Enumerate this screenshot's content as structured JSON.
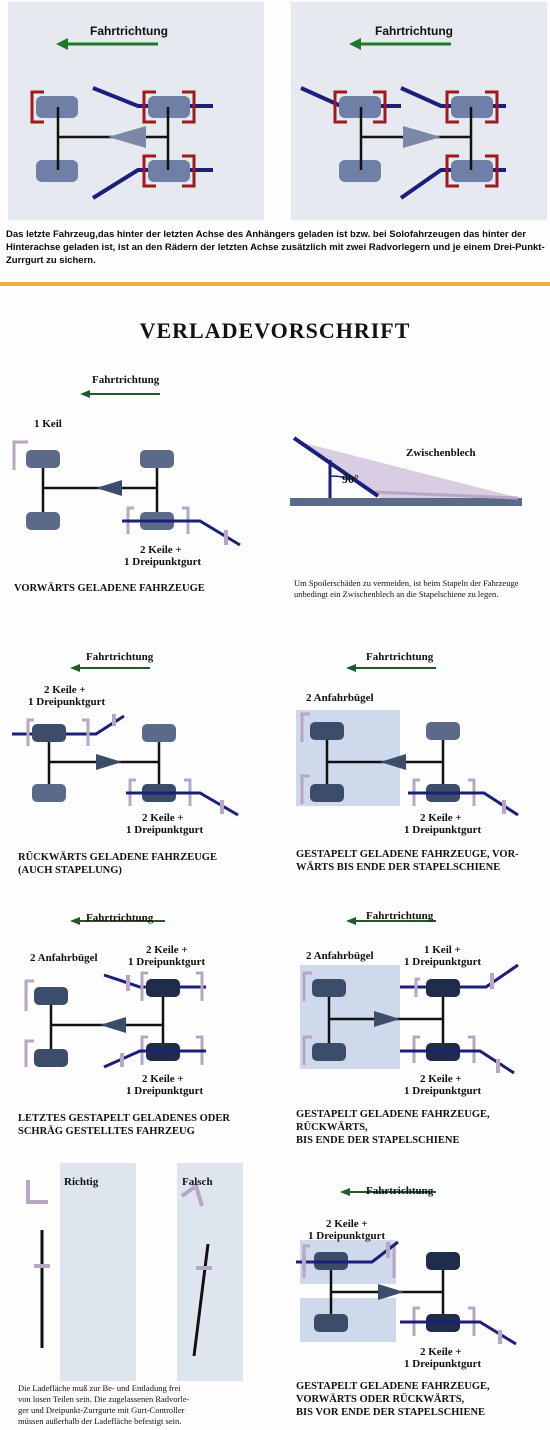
{
  "top": {
    "direction_label": "Fahrtrichtung",
    "note": "Das letzte Fahrzeug,das hinter der letzten Achse des Anhängers geladen ist bzw. bei Solofahrzeugen das hinter der Hinterachse geladen ist, ist an den Rädern der letzten Achse zusätzlich mit zwei Radvorlegern und je einem Drei-Punkt-Zurrgurt zu sichern."
  },
  "title": "VERLADEVORSCHRIFT",
  "sections": {
    "s1_left": {
      "direction": "Fahrtrichtung",
      "label_top": "1 Keil",
      "label_bottom_1": "2 Keile +",
      "label_bottom_2": "1 Dreipunktgurt",
      "caption": "VORWÄRTS GELADENE FAHRZEUGE"
    },
    "s1_right": {
      "label": "Zwischenblech",
      "angle": "90°",
      "caption": "Um Spoilerschäden zu vermeiden, ist beim Stapeln der Fahrzeuge unbedingt ein Zwischenblech an die Stapelschiene zu legen."
    },
    "s2_left": {
      "direction": "Fahrtrichtung",
      "label_top_1": "2 Keile +",
      "label_top_2": "1 Dreipunktgurt",
      "label_bottom_1": "2 Keile +",
      "label_bottom_2": "1 Dreipunktgurt",
      "caption_1": "RÜCKWÄRTS GELADENE FAHRZEUGE",
      "caption_2": "(AUCH STAPELUNG)"
    },
    "s2_right": {
      "direction": "Fahrtrichtung",
      "label_top": "2 Anfahrbügel",
      "label_bottom_1": "2 Keile +",
      "label_bottom_2": "1 Dreipunktgurt",
      "caption_1": "GESTAPELT GELADENE FAHRZEUGE, VOR-",
      "caption_2": "WÄRTS BIS ENDE DER STAPELSCHIENE"
    },
    "s3_left": {
      "direction": "Fahrtrichtung",
      "label_left": "2 Anfahrbügel",
      "label_top_1": "2 Keile +",
      "label_top_2": "1 Dreipunktgurt",
      "label_bottom_1": "2 Keile +",
      "label_bottom_2": "1 Dreipunktgurt",
      "caption_1": "LETZTES GESTAPELT GELADENES ODER",
      "caption_2": "SCHRÄG GESTELLTES FAHRZEUG"
    },
    "s3_right": {
      "direction": "Fahrtrichtung",
      "label_left": "2 Anfahrbügel",
      "label_top_1": "1 Keil +",
      "label_top_2": "1 Dreipunktgurt",
      "label_bottom_1": "2 Keile +",
      "label_bottom_2": "1 Dreipunktgurt",
      "caption_1": "GESTAPELT GELADENE FAHRZEUGE,",
      "caption_2": "RÜCKWÄRTS,",
      "caption_3": "BIS ENDE DER STAPELSCHIENE"
    },
    "s4_left": {
      "richtig": "Richtig",
      "falsch": "Falsch",
      "caption_1": "Die Ladefläche muß zur Be- und Entladung frei",
      "caption_2": "von losen Teilen sein. Die zugelassenen Radvorle-",
      "caption_3": "ger und Dreipunkt-Zurrgurte mit Gurt-Controller",
      "caption_4": "müssen außerhalb der Ladefläche befestigt sein."
    },
    "s4_right": {
      "direction": "Fahrtrichtung",
      "label_top_1": "2 Keile +",
      "label_top_2": "1 Dreipunktgurt",
      "label_bottom_1": "2 Keile +",
      "label_bottom_2": "1 Dreipunktgurt",
      "caption_1": "GESTAPELT GELADENE FAHRZEUGE,",
      "caption_2": "VORWÄRTS ODER RÜCKWÄRTS,",
      "caption_3": "BIS VOR ENDE DER STAPELSCHIENE"
    }
  },
  "colors": {
    "wheel": "#3c4d6a",
    "belt": "#1a1f7a",
    "chock_top": "#a0191c",
    "chock": "#b8a6c6",
    "panel": "#e6e9ef",
    "rule": "#e8b13a",
    "arrow_green": "#1e7a2a"
  }
}
